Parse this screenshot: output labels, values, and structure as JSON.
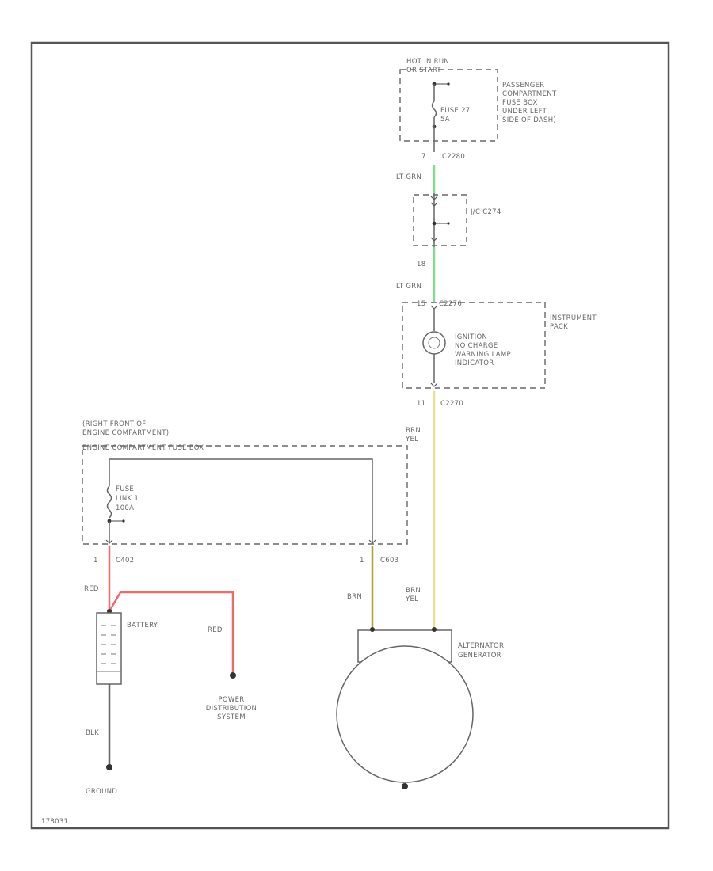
{
  "diagram": {
    "corner_id": "178031",
    "hot_in_run": [
      "HOT IN RUN",
      "OR START"
    ],
    "fuse27": [
      "FUSE 27",
      "5A"
    ],
    "pass_fuse_box": [
      "PASSENGER",
      "COMPARTMENT",
      "FUSE BOX",
      "UNDER LEFT",
      "SIDE OF DASH)"
    ],
    "c2280": {
      "pin": "7",
      "name": "C2280"
    },
    "lt_grn_1": "LT GRN",
    "jc_label": "J/C C274",
    "pin_18": "18",
    "lt_grn_2": "LT GRN",
    "c2276": {
      "pin": "15",
      "name": "C2276"
    },
    "instrument_pack": [
      "INSTRUMENT",
      "PACK"
    ],
    "lamp_text": [
      "IGNITION",
      "NO CHARGE",
      "WARNING LAMP",
      "INDICATOR"
    ],
    "c2270": {
      "pin": "11",
      "name": "C2270"
    },
    "brn_yel_top": [
      "BRN",
      "YEL"
    ],
    "eng_fuse_box": [
      "(RIGHT FRONT OF",
      "ENGINE COMPARTMENT)",
      "ENGINE COMPARTMENT FUSE BOX"
    ],
    "fuse_link": [
      "FUSE",
      "LINK 1",
      "100A"
    ],
    "c402": {
      "pin": "1",
      "name": "C402"
    },
    "c603": {
      "pin": "1",
      "name": "C603"
    },
    "red_1": "RED",
    "red_2": "RED",
    "brn": "BRN",
    "brn_yel_bottom": [
      "BRN",
      "YEL"
    ],
    "battery": "BATTERY",
    "power_dist": [
      "POWER",
      "DISTRIBUTION",
      "SYSTEM"
    ],
    "alternator": [
      "ALTERNATOR",
      "GENERATOR"
    ],
    "blk": "BLK",
    "ground": "GROUND",
    "colors": {
      "lt_grn": "#7ee08a",
      "red": "#f06a6a",
      "brn": "#b89a3c",
      "brn_yel": "#e8e08a",
      "frame": "#555555"
    }
  }
}
